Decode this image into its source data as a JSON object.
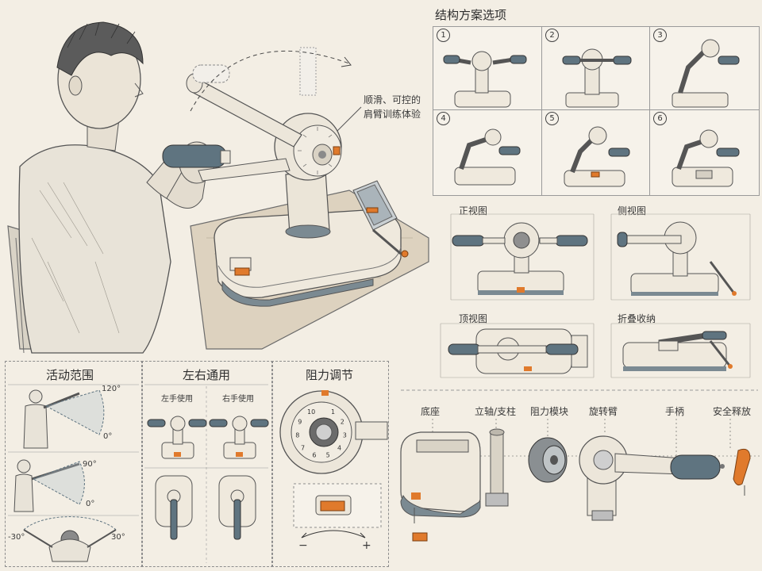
{
  "colors": {
    "paper": "#f3eee4",
    "body_white": "#ece6da",
    "grip_blue": "#5f7480",
    "accent_orange": "#e07a2c",
    "ink": "#3a3a3a"
  },
  "hero": {
    "annotation_line1": "顺滑、可控的",
    "annotation_line2": "肩臂训练体验"
  },
  "options": {
    "title": "结构方案选项",
    "items": [
      {
        "num": "1"
      },
      {
        "num": "2"
      },
      {
        "num": "3"
      },
      {
        "num": "4"
      },
      {
        "num": "5"
      },
      {
        "num": "6"
      }
    ]
  },
  "views": {
    "front": "正视图",
    "side": "侧视图",
    "top": "顶视图",
    "fold": "折叠收纳"
  },
  "range": {
    "title": "活动范围",
    "angles": {
      "a120": "120°",
      "a0_top": "0°",
      "a90": "90°",
      "a0_mid": "0°",
      "neg30": "-30°",
      "pos30": "30°"
    }
  },
  "lr": {
    "title": "左右通用",
    "left": "左手使用",
    "right": "右手使用"
  },
  "resist": {
    "title": "阻力调节",
    "minus": "−",
    "plus": "+",
    "dial_numbers": [
      "1",
      "2",
      "3",
      "4",
      "5",
      "6",
      "7",
      "8",
      "9",
      "10"
    ]
  },
  "exploded": {
    "base": "底座",
    "shaft": "立轴/支柱",
    "module": "阻力模块",
    "arm": "旋转臂",
    "handle": "手柄",
    "release": "安全释放"
  }
}
